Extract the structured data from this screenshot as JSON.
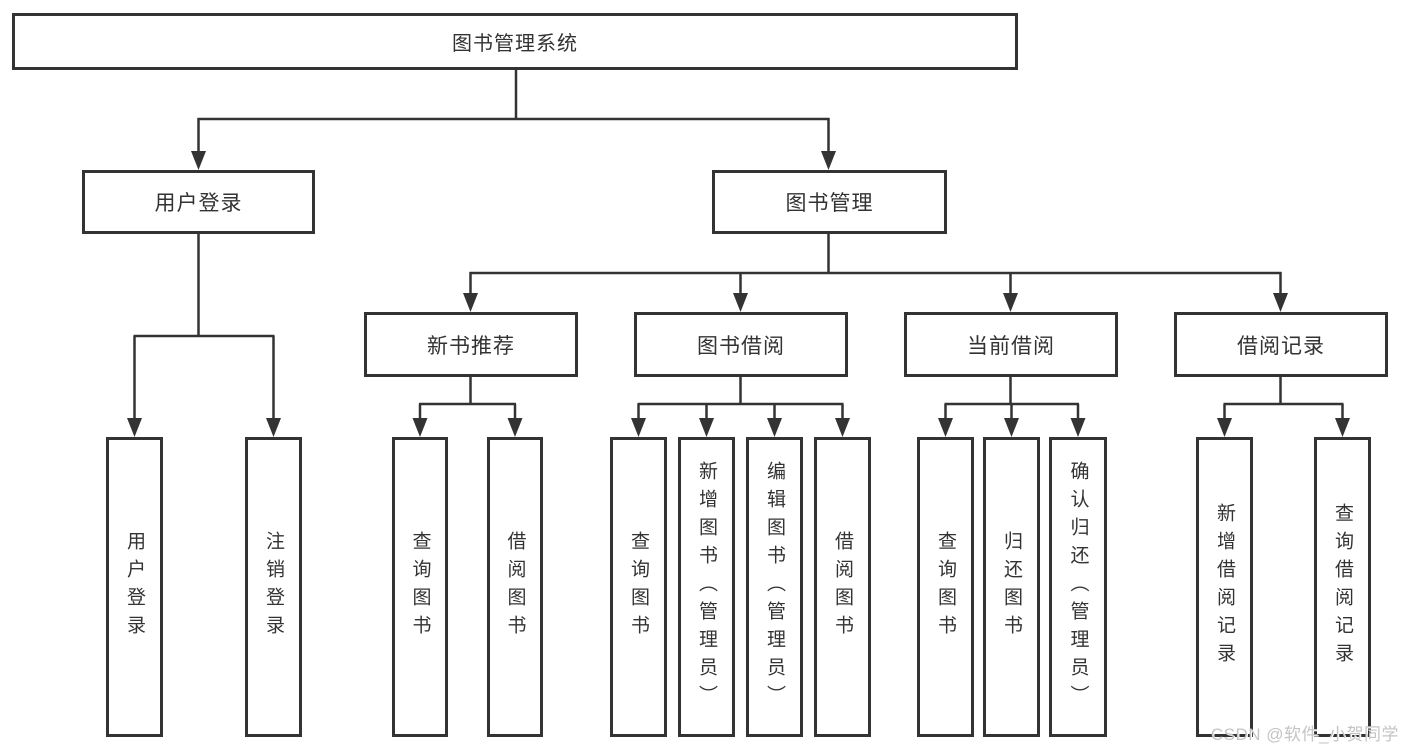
{
  "tree": {
    "label": "图书管理系统",
    "children": [
      {
        "label": "用户登录",
        "children": [
          {
            "label": "用户登录"
          },
          {
            "label": "注销登录"
          }
        ]
      },
      {
        "label": "图书管理",
        "children": [
          {
            "label": "新书推荐",
            "children": [
              {
                "label": "查询图书"
              },
              {
                "label": "借阅图书"
              }
            ]
          },
          {
            "label": "图书借阅",
            "children": [
              {
                "label": "查询图书"
              },
              {
                "label": "新增图书（管理员）"
              },
              {
                "label": "编辑图书（管理员）"
              },
              {
                "label": "借阅图书"
              }
            ]
          },
          {
            "label": "当前借阅",
            "children": [
              {
                "label": "查询图书"
              },
              {
                "label": "归还图书"
              },
              {
                "label": "确认归还（管理员）"
              }
            ]
          },
          {
            "label": "借阅记录",
            "children": [
              {
                "label": "新增借阅记录"
              },
              {
                "label": "查询借阅记录"
              }
            ]
          }
        ]
      }
    ]
  },
  "watermark": {
    "text": "CSDN @软件_小贺同学"
  },
  "colors": {
    "line": "#333333",
    "text": "#333333",
    "background": "#ffffff",
    "watermark": "#c4c4c4"
  }
}
